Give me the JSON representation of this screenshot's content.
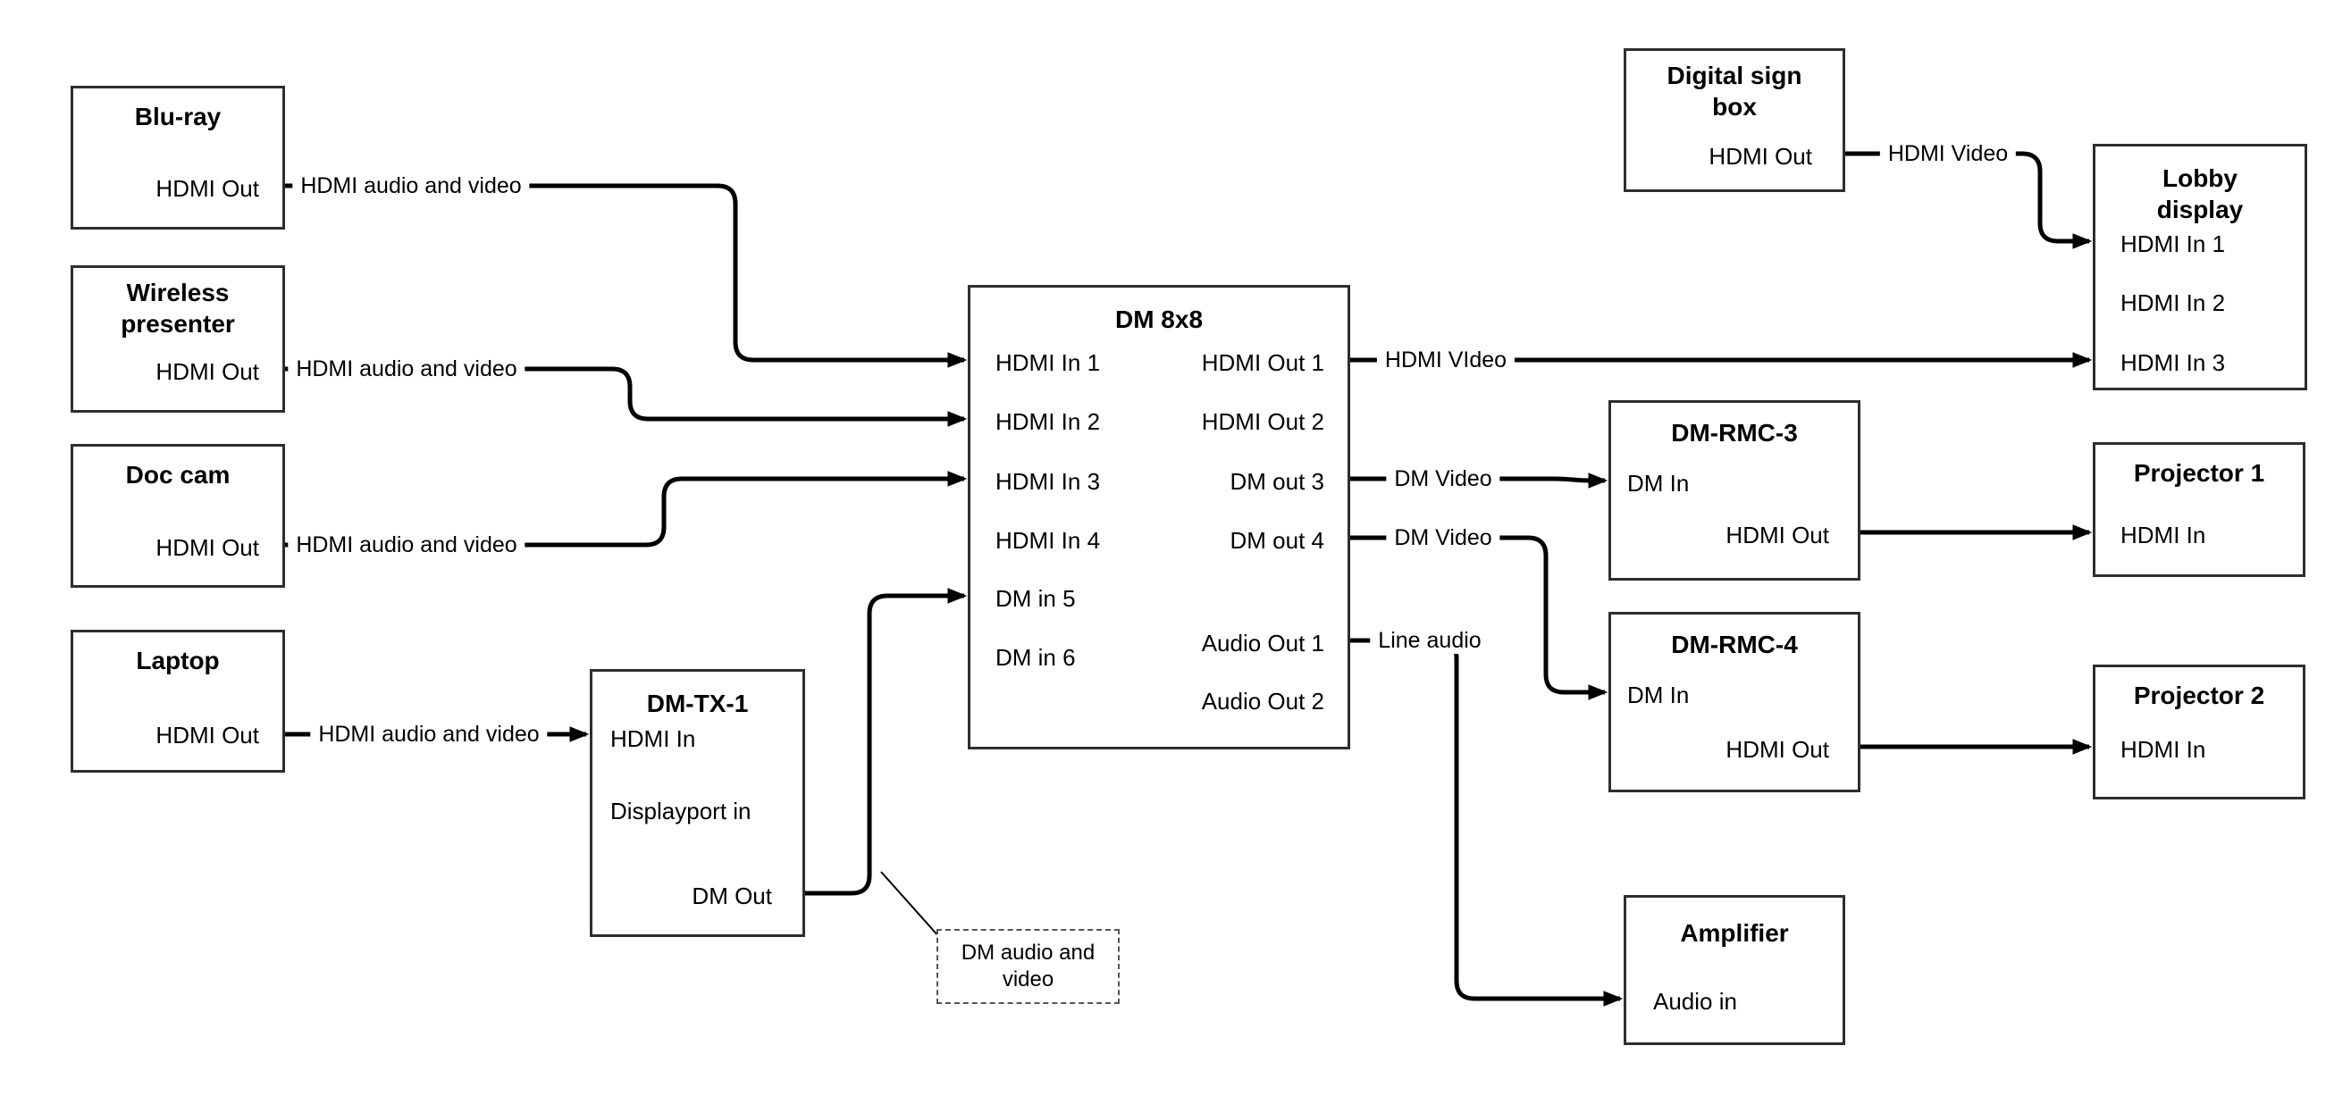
{
  "nodes": {
    "bluray": {
      "title": "Blu-ray",
      "ports": {
        "hdmi_out": "HDMI Out"
      }
    },
    "wireless": {
      "title": "Wireless presenter",
      "ports": {
        "hdmi_out": "HDMI Out"
      }
    },
    "doccam": {
      "title": "Doc cam",
      "ports": {
        "hdmi_out": "HDMI Out"
      }
    },
    "laptop": {
      "title": "Laptop",
      "ports": {
        "hdmi_out": "HDMI Out"
      }
    },
    "dmtx1": {
      "title": "DM-TX-1",
      "ports": {
        "hdmi_in": "HDMI In",
        "dp_in": "Displayport in",
        "dm_out": "DM Out"
      }
    },
    "dm8x8": {
      "title": "DM 8x8",
      "ports": {
        "in1": "HDMI In 1",
        "in2": "HDMI In 2",
        "in3": "HDMI In 3",
        "in4": "HDMI In 4",
        "in5": "DM in 5",
        "in6": "DM in 6",
        "out1": "HDMI Out 1",
        "out2": "HDMI Out 2",
        "out3": "DM out 3",
        "out4": "DM out 4",
        "aout1": "Audio Out 1",
        "aout2": "Audio Out 2"
      }
    },
    "digitalsign": {
      "title": "Digital sign box",
      "ports": {
        "hdmi_out": "HDMI Out"
      }
    },
    "lobby": {
      "title": "Lobby display",
      "ports": {
        "in1": "HDMI In 1",
        "in2": "HDMI In 2",
        "in3": "HDMI In 3"
      }
    },
    "dmrmc3": {
      "title": "DM-RMC-3",
      "ports": {
        "dm_in": "DM In",
        "hdmi_out": "HDMI Out"
      }
    },
    "proj1": {
      "title": "Projector 1",
      "ports": {
        "hdmi_in": "HDMI In"
      }
    },
    "dmrmc4": {
      "title": "DM-RMC-4",
      "ports": {
        "dm_in": "DM In",
        "hdmi_out": "HDMI Out"
      }
    },
    "proj2": {
      "title": "Projector 2",
      "ports": {
        "hdmi_in": "HDMI In"
      }
    },
    "amplifier": {
      "title": "Amplifier",
      "ports": {
        "audio_in": "Audio in"
      }
    }
  },
  "wire_labels": {
    "bluray_av": "HDMI audio and video",
    "wireless_av": "HDMI audio and video",
    "doccam_av": "HDMI audio and video",
    "laptop_av": "HDMI audio and video",
    "sign_video": "HDMI Video",
    "out1_video": "HDMI VIdeo",
    "dm_video_3": "DM Video",
    "dm_video_4": "DM Video",
    "line_audio": "Line audio"
  },
  "annotation": {
    "text": "DM audio and video"
  },
  "colors": {
    "wire": "#000000",
    "box_border": "#2e2e2e",
    "background": "#ffffff",
    "text": "#000000"
  }
}
